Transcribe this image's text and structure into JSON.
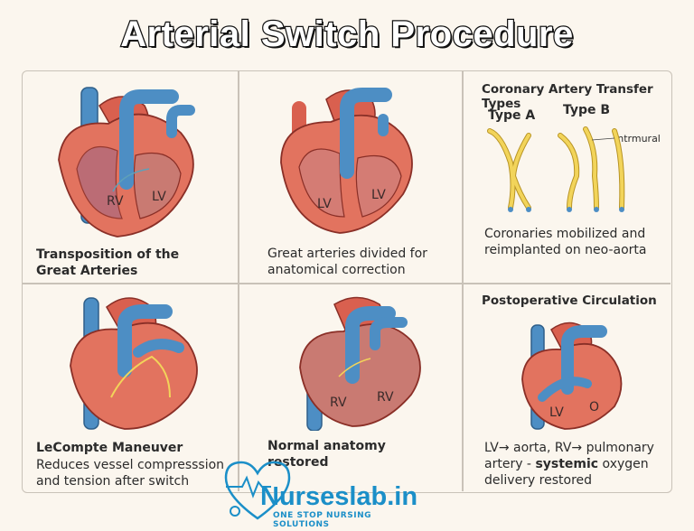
{
  "title": "Arterial Switch Procedure",
  "panels": [
    {
      "caption": "Transposition of the Great Arteries",
      "labels": [
        "RV",
        "LV"
      ]
    },
    {
      "caption": "Great arteries divided for anatomical correction",
      "labels": [
        "LV",
        "LV"
      ]
    },
    {
      "title": "Coronary Artery Transfer Types",
      "type_a": "Type A",
      "type_b": "Type  B",
      "annotation": "Intrmural",
      "caption": "Coronaries mobilized and reimplanted on neo-aorta"
    },
    {
      "caption_title": "LeCompte Maneuver",
      "caption": "Reduces vessel compresssion and tension after switch"
    },
    {
      "caption": "Normal anatomy restored",
      "labels": [
        "RV",
        "RV"
      ]
    },
    {
      "title": "Postoperative Circulation",
      "labels": [
        "LV",
        "O"
      ],
      "caption_part1": "LV→ aorta,  RV→ pulmonary artery - ",
      "caption_bold": "systemic",
      "caption_part2": " oxygen delivery restored"
    }
  ],
  "logo": {
    "name": "Nurseslab.in",
    "tagline": "ONE STOP NURSING SOLUTIONS"
  },
  "colors": {
    "heart_red": "#d9604f",
    "heart_dark": "#b5453a",
    "vessel_blue": "#4d8ec4",
    "coronary_yellow": "#f2d45a",
    "brand_blue": "#1b8fc8"
  }
}
